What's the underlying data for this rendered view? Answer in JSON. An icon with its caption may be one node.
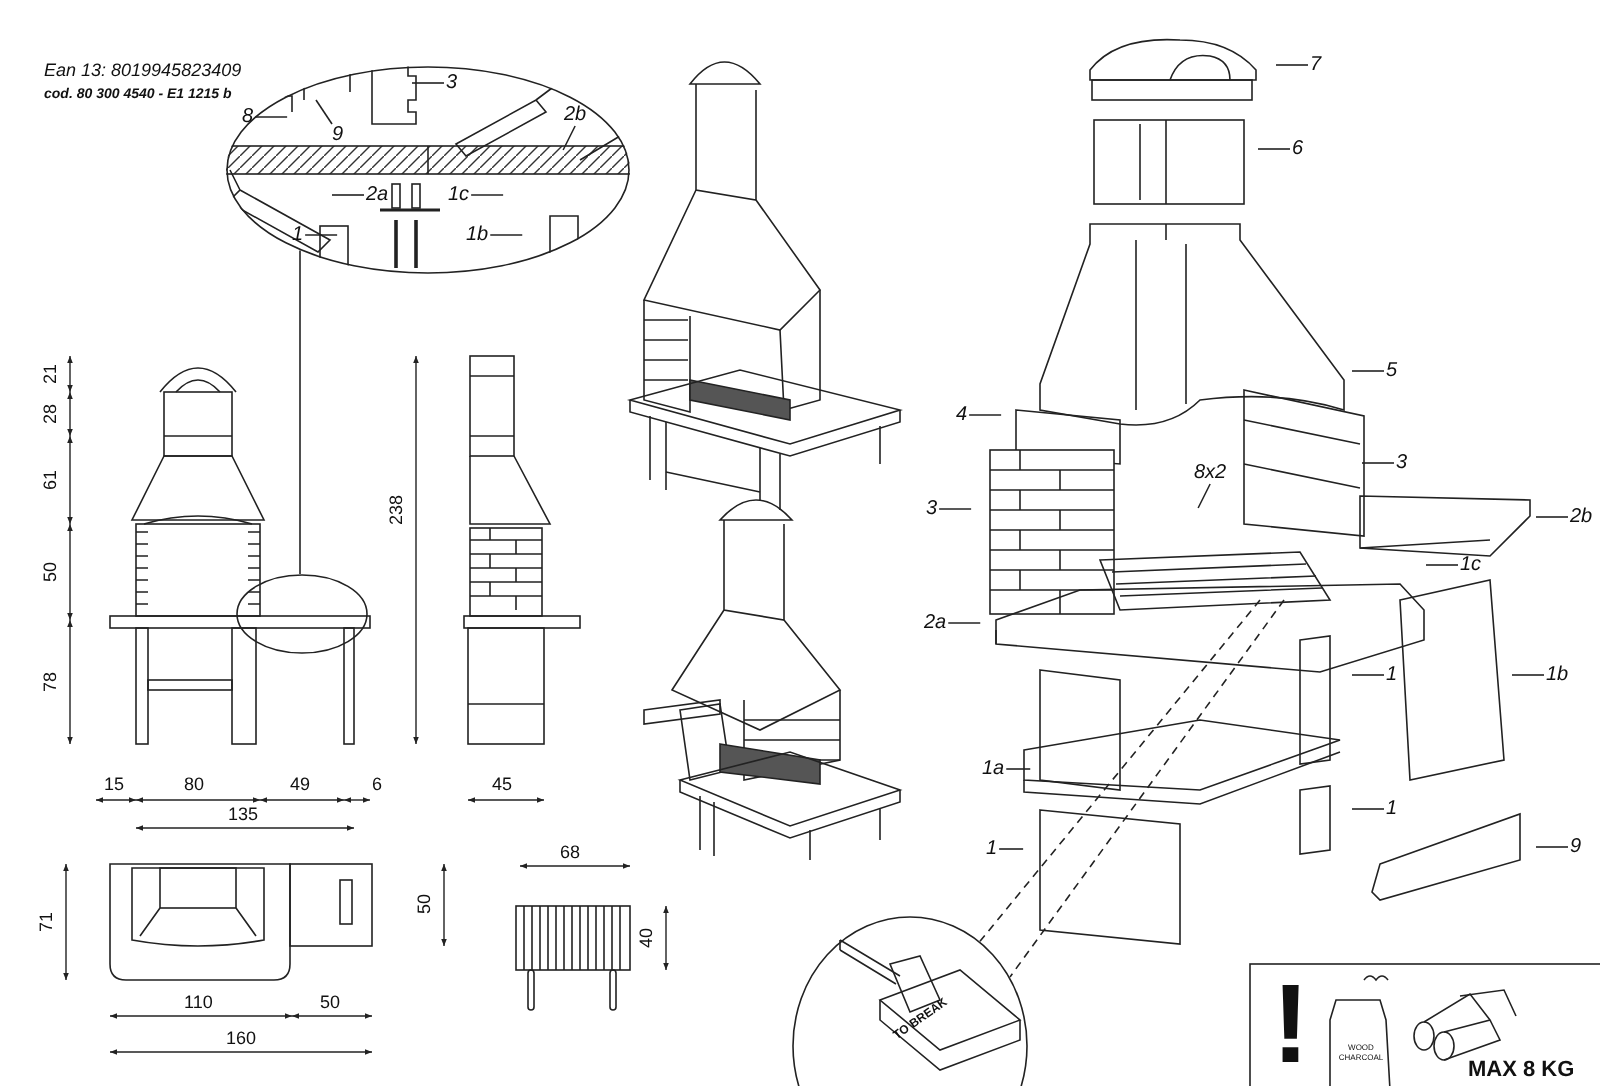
{
  "diagram": {
    "nodes": [
      {
        "text": [],
        "shape": "ellipse"
      },
      {
        "text": [
          "3"
        ],
        "in": 0
      },
      {
        "text": [
          "8"
        ],
        "in": 0
      },
      {
        "text": [
          "9"
        ],
        "in": 0
      },
      {
        "text": [
          "2b"
        ],
        "in": 0
      },
      {
        "text": [
          "2a"
        ],
        "in": 0
      },
      {
        "text": [
          "1c"
        ],
        "in": 0
      },
      {
        "text": [
          "1"
        ],
        "in": 0
      },
      {
        "text": [
          "1b"
        ],
        "in": 0
      },
      {
        "text": [],
        "shape": "ellipse"
      },
      {
        "text": [
          "TO BREAK"
        ]
      },
      {
        "text": [
          "7"
        ]
      },
      {
        "text": [
          "6"
        ]
      },
      {
        "text": [
          "5"
        ]
      },
      {
        "text": [
          "4"
        ]
      },
      {
        "text": [
          "3"
        ]
      },
      {
        "text": [
          "8x2"
        ]
      },
      {
        "text": [
          "3"
        ]
      },
      {
        "text": [
          "2b"
        ]
      },
      {
        "text": [
          "1c"
        ]
      },
      {
        "text": [
          "2a"
        ]
      },
      {
        "text": [
          "1"
        ]
      },
      {
        "text": [
          "1b"
        ]
      },
      {
        "text": [
          "1a"
        ]
      },
      {
        "text": [
          "1"
        ]
      },
      {
        "text": [
          "1"
        ]
      },
      {
        "text": [
          "9"
        ]
      }
    ],
    "edges": [
      {
        "from": 1,
        "to": null,
        "arrow": "none"
      },
      {
        "from": 2,
        "to": null,
        "arrow": "none"
      },
      {
        "from": 3,
        "to": null,
        "arrow": "none"
      },
      {
        "from": 4,
        "to": null,
        "arrow": "none"
      },
      {
        "from": 5,
        "to": null,
        "arrow": "none"
      },
      {
        "from": 6,
        "to": null,
        "arrow": "none"
      },
      {
        "from": 7,
        "to": null,
        "arrow": "none"
      },
      {
        "from": 8,
        "to": null,
        "arrow": "none"
      },
      {
        "from": 0,
        "to": 9,
        "arrow": "none"
      },
      {
        "from": null,
        "to": 10,
        "arrow": "none",
        "style": "dashed"
      },
      {
        "from": 11,
        "to": null,
        "arrow": "none"
      },
      {
        "from": 12,
        "to": null,
        "arrow": "none"
      },
      {
        "from": 13,
        "to": null,
        "arrow": "none"
      },
      {
        "from": 14,
        "to": null,
        "arrow": "none"
      },
      {
        "from": 15,
        "to": null,
        "arrow": "none"
      },
      {
        "from": 16,
        "to": null,
        "arrow": "none"
      },
      {
        "from": 17,
        "to": null,
        "arrow": "none"
      },
      {
        "from": 18,
        "to": null,
        "arrow": "none"
      },
      {
        "from": 19,
        "to": null,
        "arrow": "none"
      },
      {
        "from": 20,
        "to": null,
        "arrow": "none"
      },
      {
        "from": 21,
        "to": null,
        "arrow": "none"
      },
      {
        "from": 22,
        "to": null,
        "arrow": "none"
      },
      {
        "from": 23,
        "to": null,
        "arrow": "none"
      },
      {
        "from": 24,
        "to": null,
        "arrow": "none"
      },
      {
        "from": 25,
        "to": null,
        "arrow": "none"
      },
      {
        "from": 26,
        "to": null,
        "arrow": "none"
      }
    ],
    "labels": [
      "Ean 13:  8019945823409",
      "cod. 80 300 4540 - E1 1215 b",
      "21",
      "28",
      "61",
      "50",
      "78",
      "15",
      "80",
      "49",
      "6",
      "135",
      "238",
      "45",
      "71",
      "110",
      "50",
      "160",
      "50",
      "68",
      "40",
      "WOOD CHARCOAL",
      "!",
      "MAX 8 KG"
    ]
  }
}
